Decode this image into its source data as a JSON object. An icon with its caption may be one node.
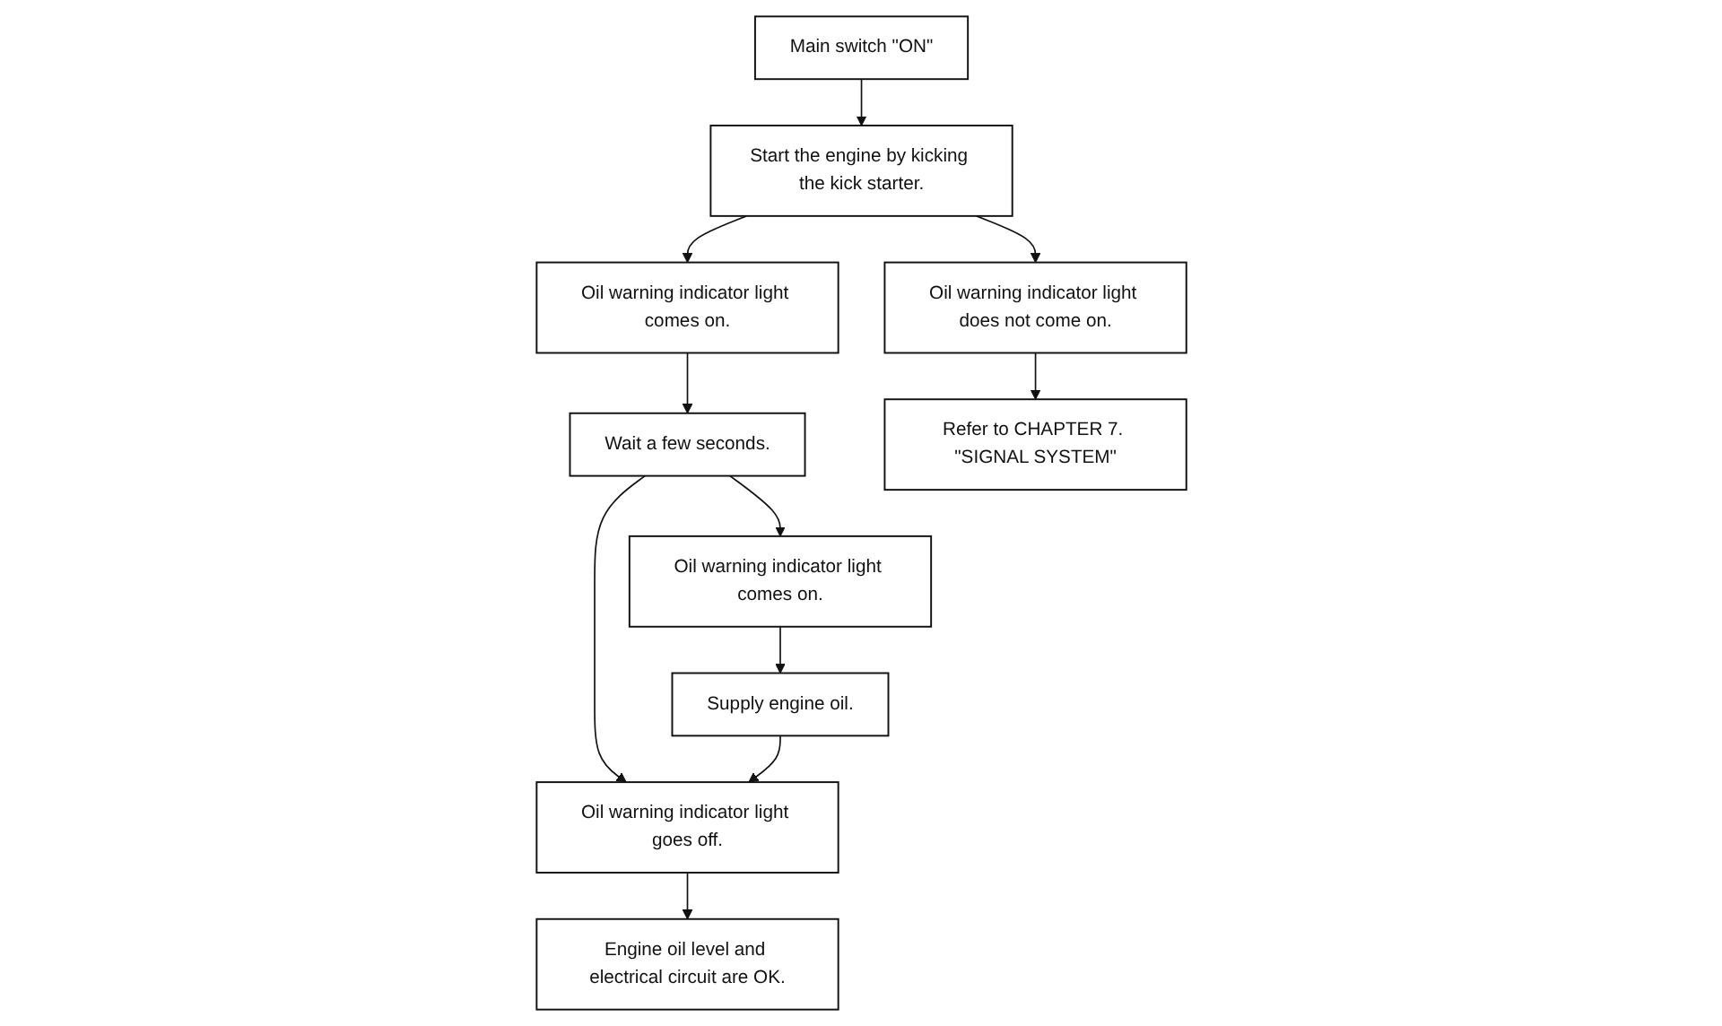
{
  "diagram": {
    "nodes": [
      {
        "text": [
          "Main switch \"ON\""
        ]
      },
      {
        "text": [
          "Start the engine by kicking the kick starter."
        ]
      },
      {
        "text": [
          "Oil warning indicator light does not come on."
        ]
      },
      {
        "text": [
          "Oil warning indicator light comes on."
        ]
      },
      {
        "text": [
          "Wait a few seconds."
        ]
      },
      {
        "text": [
          "Oil warning indicator light goes off."
        ]
      },
      {
        "text": [
          "Oil warning indicator light comes on."
        ]
      },
      {
        "text": [
          "Refer to CHAPTER 7. \"SIGNAL SYSTEM\""
        ]
      },
      {
        "text": [
          "Engine oil level and electrical circuit are OK."
        ]
      },
      {
        "text": [
          "Supply engine oil."
        ]
      }
    ],
    "edges": [
      {
        "from": 0,
        "to": 1,
        "arrow": "to"
      },
      {
        "from": 1,
        "to": 2,
        "arrow": "to"
      },
      {
        "from": 1,
        "to": 3,
        "arrow": "to"
      },
      {
        "from": 3,
        "to": 4,
        "arrow": "to"
      },
      {
        "from": 4,
        "to": 5,
        "arrow": "to"
      },
      {
        "from": 4,
        "to": 6,
        "arrow": "to"
      },
      {
        "from": 2,
        "to": 7,
        "arrow": "to"
      },
      {
        "from": 5,
        "to": 8,
        "arrow": "to"
      },
      {
        "from": 6,
        "to": 9,
        "arrow": "to"
      },
      {
        "from": 9,
        "to": 5,
        "arrow": "to"
      }
    ]
  }
}
